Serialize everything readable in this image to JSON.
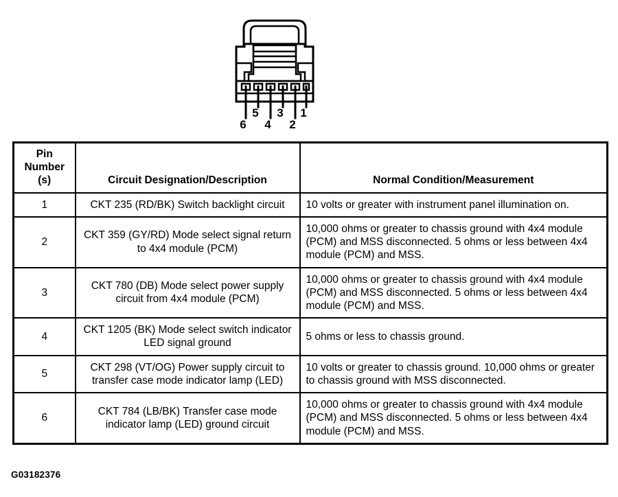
{
  "figure": {
    "connector_name": "6-way connector face view",
    "pin_labels_upper": [
      "5",
      "3",
      "1"
    ],
    "pin_labels_lower": [
      "6",
      "4",
      "2"
    ],
    "cavity_count": 6,
    "line_color": "#000000",
    "fill_color": "#ffffff"
  },
  "table": {
    "headers": {
      "pin": [
        "Pin",
        "Number",
        "(s)"
      ],
      "description": "Circuit Designation/Description",
      "condition": "Normal Condition/Measurement"
    },
    "rows": [
      {
        "pin": "1",
        "description": "CKT 235 (RD/BK) Switch backlight circuit",
        "condition": "10 volts or greater with instrument panel illumination on."
      },
      {
        "pin": "2",
        "description": "CKT 359 (GY/RD) Mode select signal return to 4x4 module (PCM)",
        "condition": "10,000 ohms or greater to chassis ground with 4x4 module (PCM) and MSS disconnected. 5 ohms or less between 4x4 module (PCM) and MSS."
      },
      {
        "pin": "3",
        "description": "CKT 780 (DB) Mode select power supply circuit from 4x4 module (PCM)",
        "condition": "10,000 ohms or greater to chassis ground with 4x4 module (PCM) and MSS disconnected. 5 ohms or less between 4x4 module (PCM) and MSS."
      },
      {
        "pin": "4",
        "description": "CKT 1205 (BK) Mode select switch indicator LED signal ground",
        "condition": "5 ohms or less to chassis ground."
      },
      {
        "pin": "5",
        "description": "CKT 298 (VT/OG) Power supply circuit to transfer case mode indicator lamp (LED)",
        "condition": "10 volts or greater to chassis ground. 10,000 ohms or greater to chassis ground with MSS disconnected."
      },
      {
        "pin": "6",
        "description": "CKT 784 (LB/BK) Transfer case mode indicator lamp (LED) ground circuit",
        "condition": "10,000 ohms or greater to chassis ground with 4x4 module (PCM) and MSS disconnected. 5 ohms or less between 4x4 module (PCM) and MSS."
      }
    ]
  },
  "footer": {
    "figure_code": "G03182376"
  }
}
